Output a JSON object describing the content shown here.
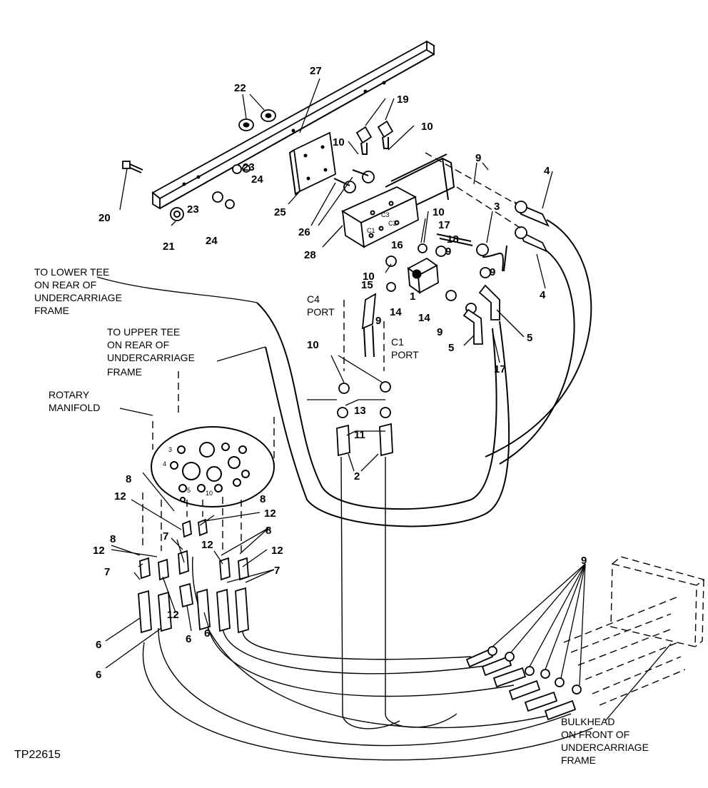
{
  "figure_id": "TP22615",
  "callouts": {
    "c2": "2",
    "c3": "3",
    "c4a": "4",
    "c4b": "4",
    "c5a": "5",
    "c5b": "5",
    "c6a": "6",
    "c6b": "6",
    "c6c": "6",
    "c6d": "6",
    "c7a": "7",
    "c7b": "7",
    "c7c": "7",
    "c8a": "8",
    "c8b": "8",
    "c8c": "8",
    "c8d": "8",
    "c9a": "9",
    "c9b": "9",
    "c9c": "9",
    "c9d": "9",
    "c9e": "9",
    "c9f": "9",
    "c10a": "10",
    "c10b": "10",
    "c10c": "10",
    "c10d": "10",
    "c10e": "10",
    "c11": "11",
    "c12a": "12",
    "c12b": "12",
    "c12c": "12",
    "c12d": "12",
    "c12e": "12",
    "c12f": "12",
    "c13": "13",
    "c14a": "14",
    "c14b": "14",
    "c15": "15",
    "c16": "16",
    "c17a": "17",
    "c17b": "17",
    "c18": "18",
    "c19": "19",
    "c20": "20",
    "c21": "21",
    "c22": "22",
    "c23a": "23",
    "c23b": "23",
    "c24a": "24",
    "c24b": "24",
    "c25": "25",
    "c26": "26",
    "c27": "27",
    "c28": "28",
    "c1": "1"
  },
  "labels": {
    "lower_tee": [
      "TO LOWER TEE",
      "ON REAR OF",
      "UNDERCARRIAGE",
      "FRAME"
    ],
    "upper_tee": [
      "TO UPPER TEE",
      "ON REAR OF",
      "UNDERCARRIAGE",
      "FRAME"
    ],
    "rotary_manifold": [
      "ROTARY",
      "MANIFOLD"
    ],
    "c4_port": [
      "C4",
      "PORT"
    ],
    "c1_port": [
      "C1",
      "PORT"
    ],
    "bulkhead": [
      "BULKHEAD",
      "ON FRONT OF",
      "UNDERCARRIAGE",
      "FRAME"
    ]
  },
  "block_ports": {
    "p1": "C3",
    "p2": "C2",
    "p3": "C1"
  },
  "manifold_ports": {
    "m3": "3",
    "m4": "4",
    "m5": "5",
    "m10": "10"
  }
}
